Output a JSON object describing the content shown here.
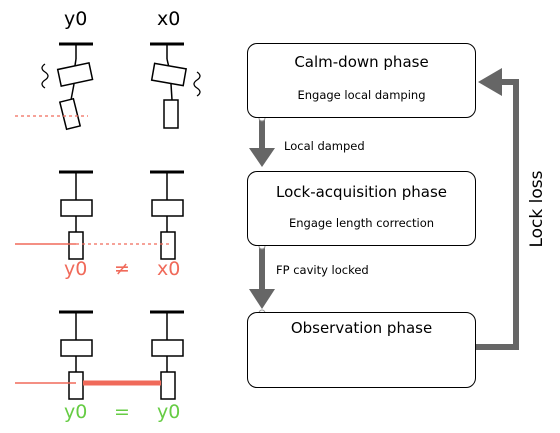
{
  "left_panel": {
    "top_labels": {
      "left": "y0",
      "right": "x0"
    },
    "middle_labels": {
      "left": "y0",
      "relation": "≠",
      "right": "x0"
    },
    "bottom_labels": {
      "left": "y0",
      "relation": "=",
      "right": "y0"
    }
  },
  "flow": {
    "box1": {
      "title": "Calm-down phase",
      "subtitle": "Engage local damping"
    },
    "arrow1_label": "Local damped",
    "box2": {
      "title": "Lock-acquisition phase",
      "subtitle": "Engage length correction"
    },
    "arrow2_label": "FP cavity locked",
    "box3": {
      "title": "Observation phase"
    },
    "loop_label": "Lock loss"
  },
  "colors": {
    "mismatch": "#f06a5a",
    "match": "#66cc44",
    "arrow": "#666666",
    "outline": "#000000"
  }
}
